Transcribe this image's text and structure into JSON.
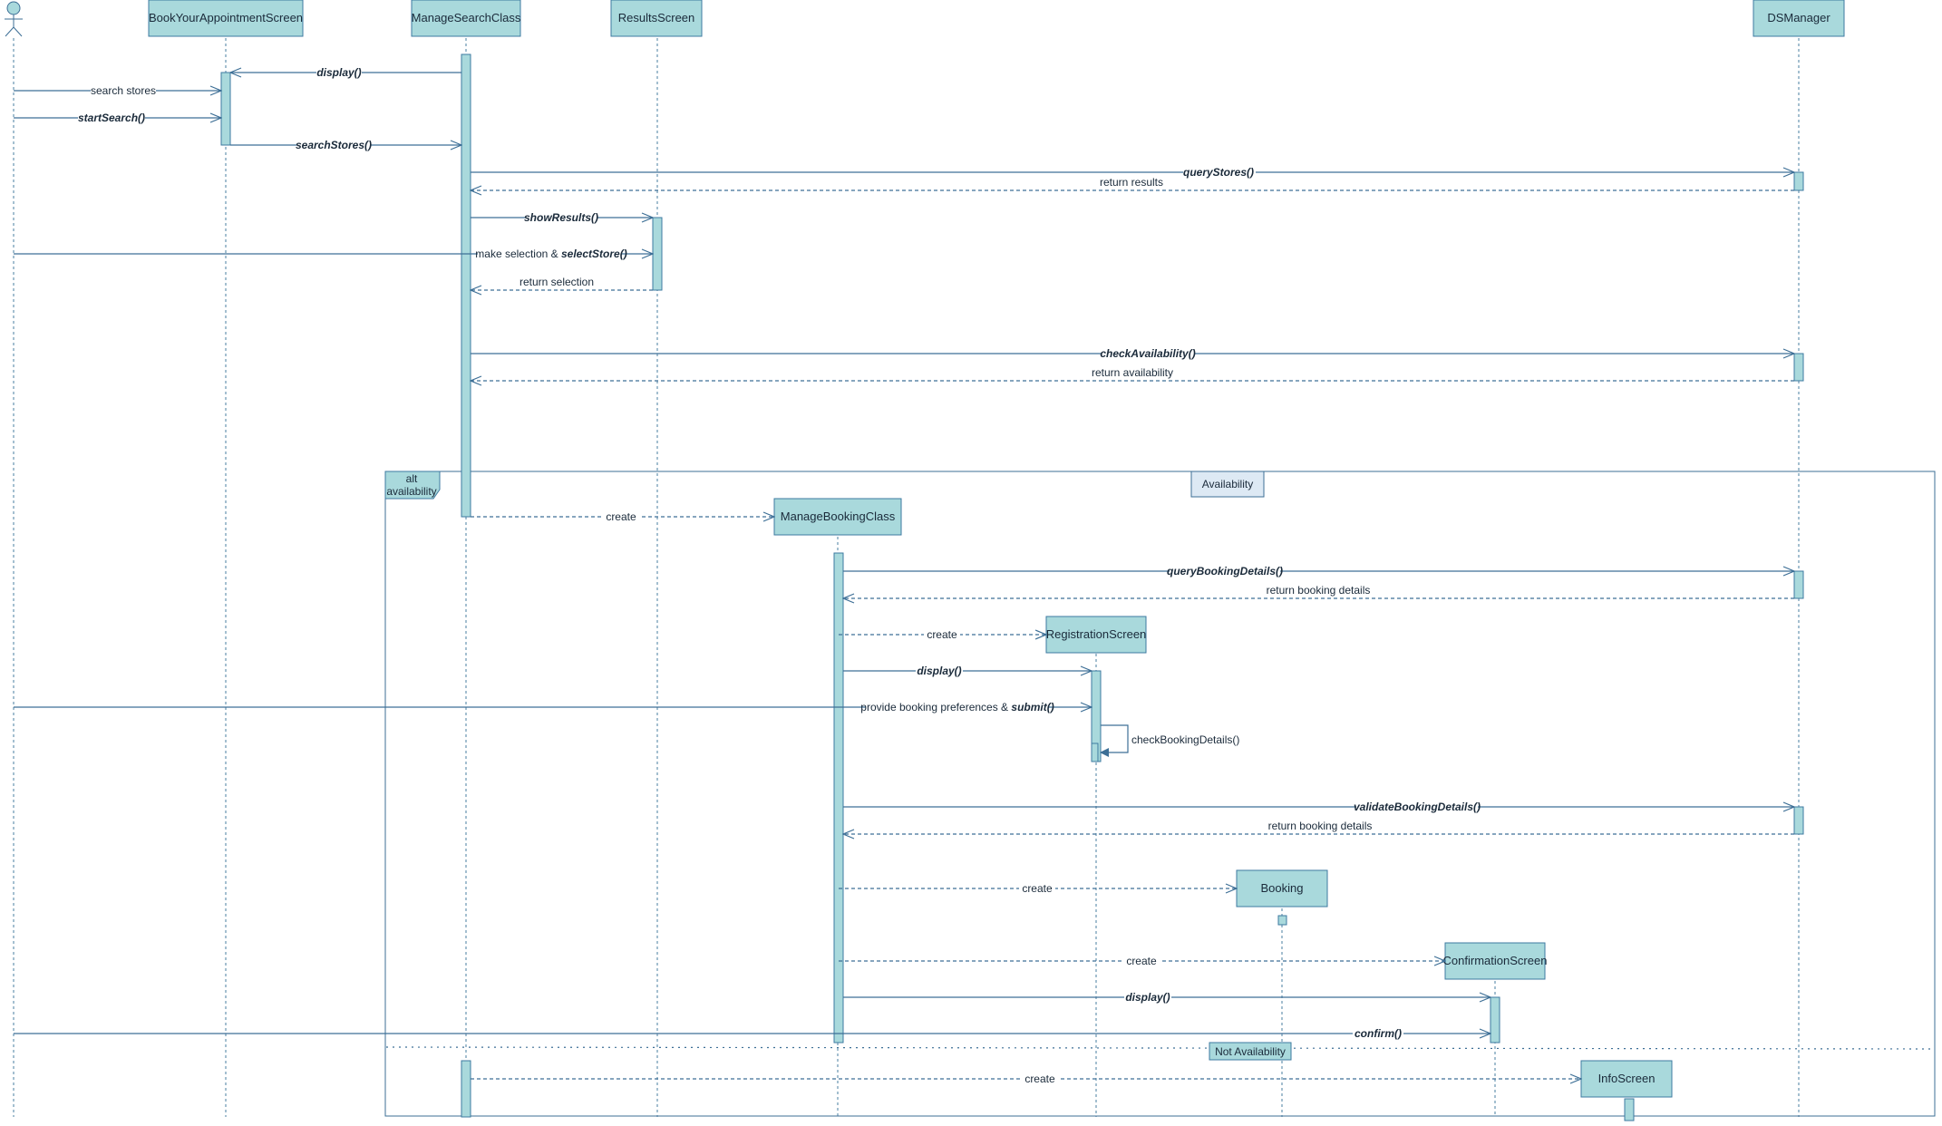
{
  "diagram": {
    "actor": {
      "label": ""
    },
    "lifelines": {
      "book": "BookYourAppointmentScreen",
      "search": "ManageSearchClass",
      "results": "ResultsScreen",
      "ds": "DSManager",
      "booking_class": "ManageBookingClass",
      "registration": "RegistrationScreen",
      "booking": "Booking",
      "confirmation": "ConfirmationScreen",
      "info": "InfoScreen"
    },
    "messages": {
      "display1": "display()",
      "search_stores": "search stores",
      "start_search": "startSearch()",
      "search_stores_call": "searchStores()",
      "query_stores": "queryStores()",
      "return_results": "return results",
      "show_results": "showResults()",
      "make_selection": "make selection & ",
      "select_store": "selectStore()",
      "return_selection": "return selection",
      "check_availability": "checkAvailability()",
      "return_availability": "return availability",
      "create1": "create",
      "query_booking_details": "queryBookingDetails()",
      "return_booking_details1": "return booking details",
      "create2": "create",
      "display2": "display()",
      "provide_prefs": "provide booking preferences & ",
      "submit": "submit()",
      "check_booking_details": "checkBookingDetails()",
      "validate_booking_details": "validateBookingDetails()",
      "return_booking_details2": "return booking details",
      "create3": "create",
      "create4": "create",
      "display3": "display()",
      "confirm": "confirm()",
      "create5": "create"
    },
    "fragment": {
      "operator": "alt",
      "operator_guard": "availability",
      "guard1": "Availability",
      "guard2": "Not Availability"
    }
  }
}
